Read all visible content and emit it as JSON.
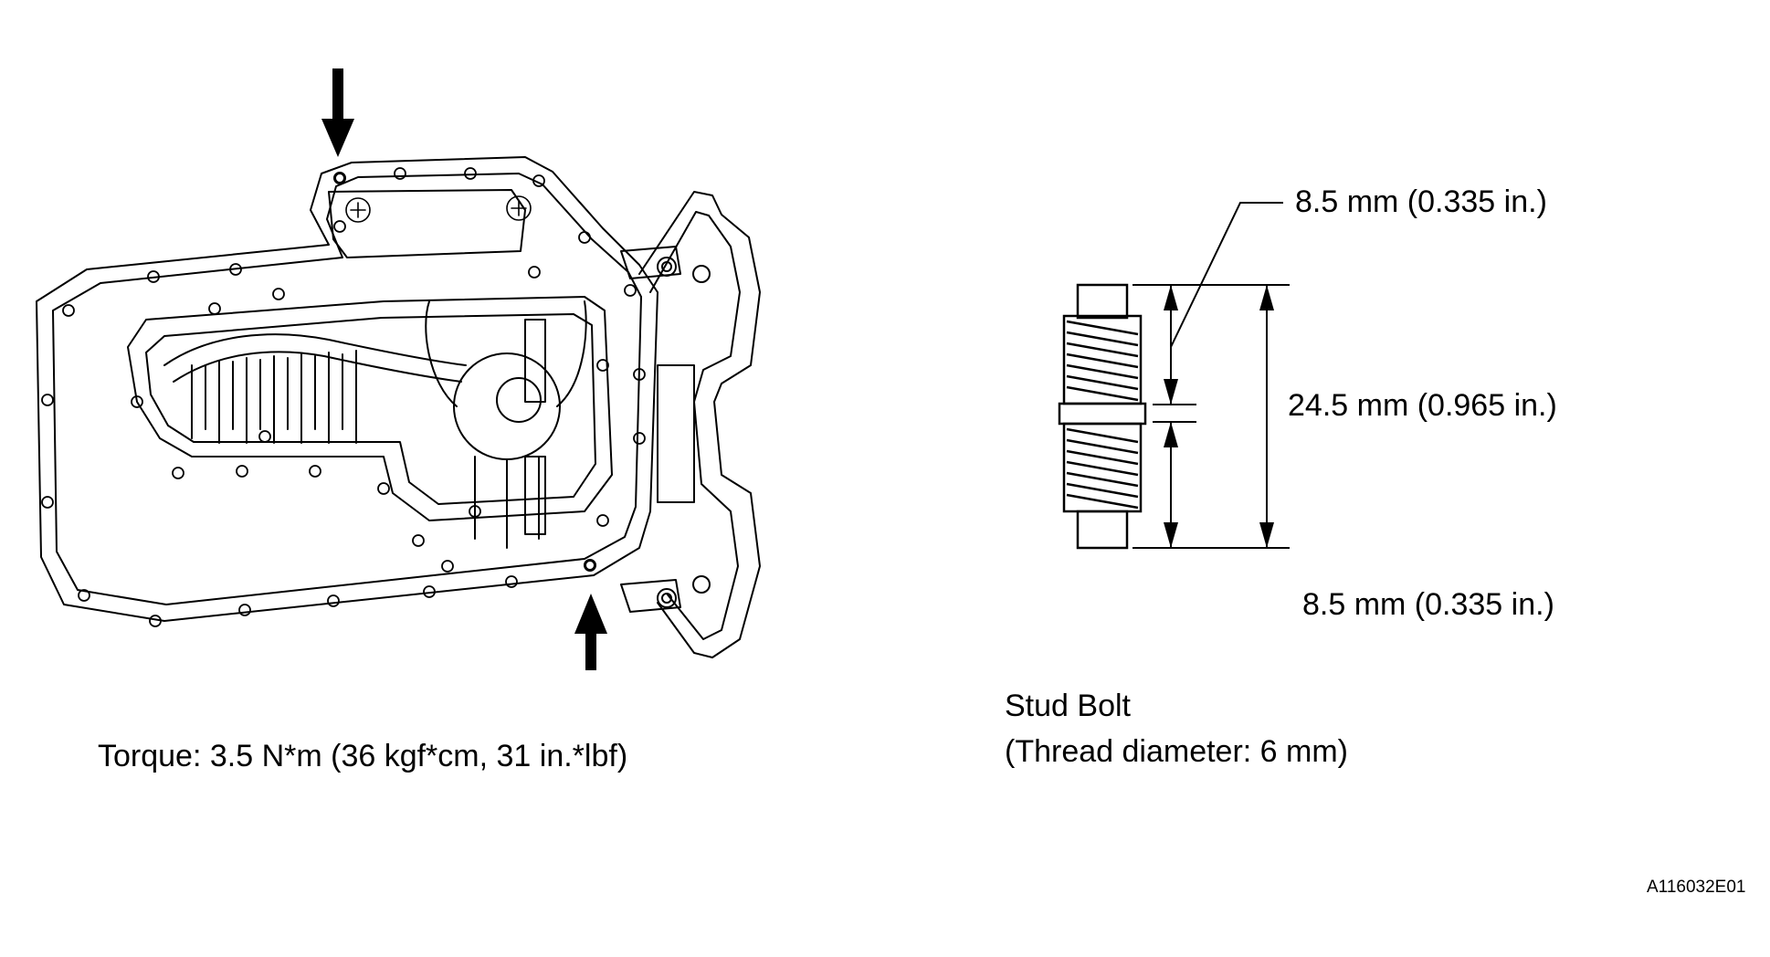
{
  "torque": "Torque: 3.5 N*m (36 kgf*cm, 31 in.*lbf)",
  "stud": {
    "title": "Stud Bolt",
    "thread": "(Thread diameter: 6 mm)",
    "dim_top": "8.5 mm (0.335 in.)",
    "dim_total": "24.5 mm (0.965 in.)",
    "dim_bottom": "8.5 mm (0.335 in.)"
  },
  "figure_code": "A116032E01"
}
